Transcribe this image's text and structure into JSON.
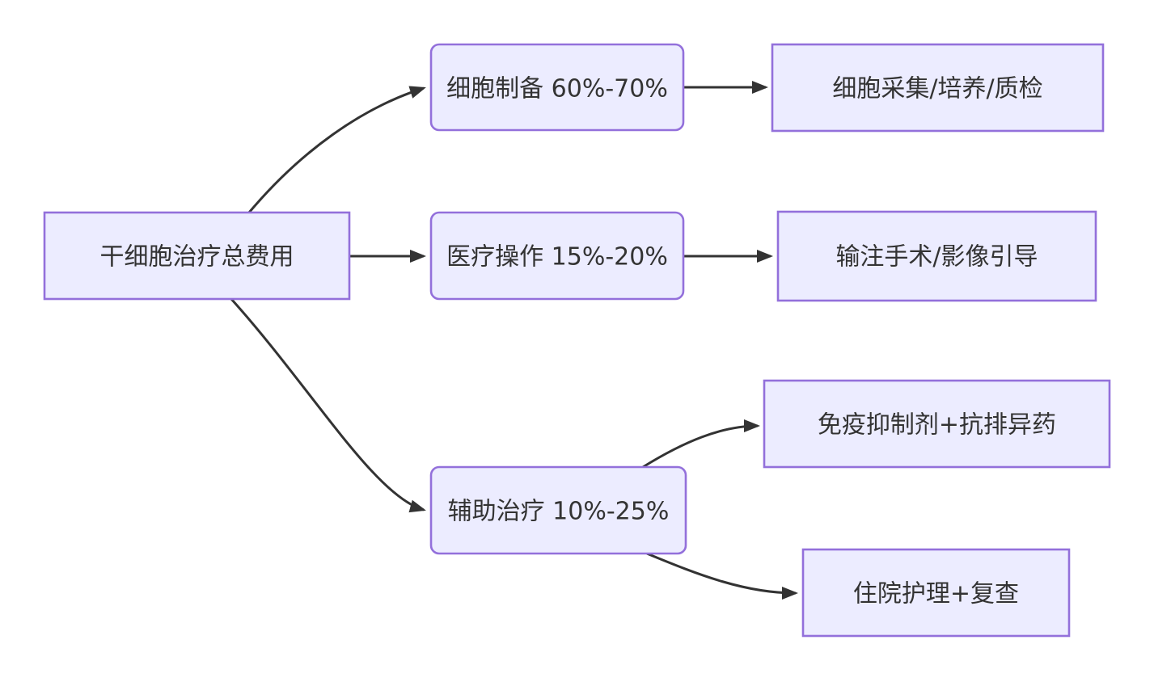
{
  "diagram": {
    "type": "flowchart",
    "direction": "left-to-right",
    "background": "#ffffff",
    "style": {
      "node_fill": "#ececff",
      "node_border": "#9370db",
      "edge_color": "#333333",
      "text_color": "#333333"
    },
    "nodes": {
      "root": {
        "label": "干细胞治疗总费用",
        "shape": "rect"
      },
      "prep": {
        "label": "细胞制备 60%-70%",
        "shape": "rounded"
      },
      "medical": {
        "label": "医疗操作 15%-20%",
        "shape": "rounded"
      },
      "adjunct": {
        "label": "辅助治疗 10%-25%",
        "shape": "rounded"
      },
      "collect": {
        "label": "细胞采集/培养/质检",
        "shape": "rect"
      },
      "infusion": {
        "label": "输注手术/影像引导",
        "shape": "rect"
      },
      "immuno": {
        "label": "免疫抑制剂+抗排异药",
        "shape": "rect"
      },
      "hospital": {
        "label": "住院护理+复查",
        "shape": "rect"
      }
    },
    "edges": [
      {
        "from": "root",
        "to": "prep"
      },
      {
        "from": "root",
        "to": "medical"
      },
      {
        "from": "root",
        "to": "adjunct"
      },
      {
        "from": "prep",
        "to": "collect"
      },
      {
        "from": "medical",
        "to": "infusion"
      },
      {
        "from": "adjunct",
        "to": "immuno"
      },
      {
        "from": "adjunct",
        "to": "hospital"
      }
    ]
  }
}
